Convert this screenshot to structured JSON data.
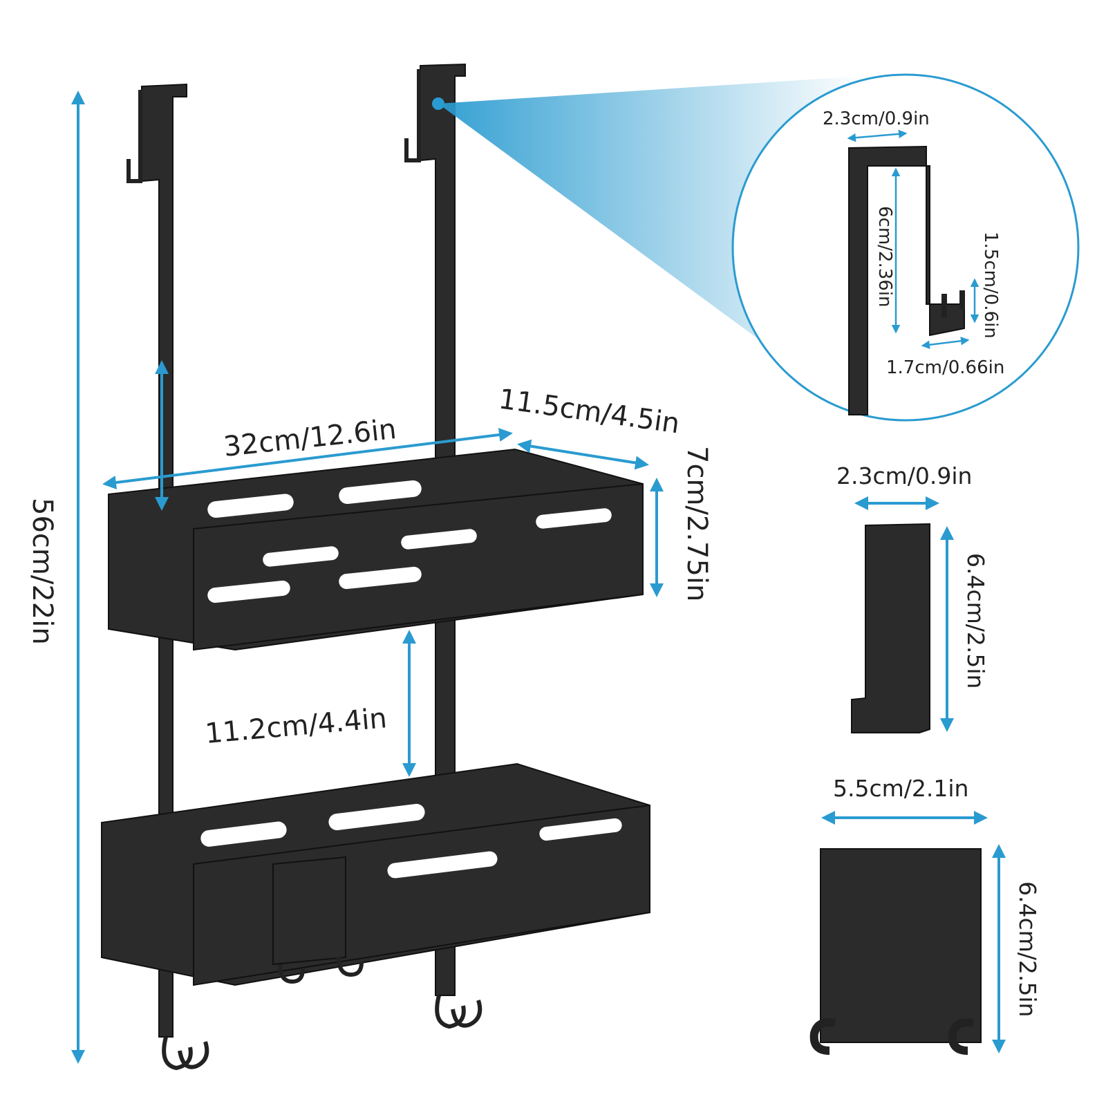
{
  "accent_color": "#2a9bd0",
  "metal_color": "#2b2b2b",
  "dimensions": {
    "total_height": "56cm/22in",
    "basket_length": "32cm/12.6in",
    "basket_depth": "11.5cm/4.5in",
    "basket_height": "7cm/2.75in",
    "basket_spacing": "11.2cm/4.4in"
  },
  "detail_circle": {
    "top_width": "2.3cm/0.9in",
    "hook_height": "6cm/2.36in",
    "lip_height": "1.5cm/0.6in",
    "lip_width": "1.7cm/0.66in"
  },
  "small_hook": {
    "width": "2.3cm/0.9in",
    "height": "6.4cm/2.5in"
  },
  "double_hook": {
    "width": "5.5cm/2.1in",
    "height": "6.4cm/2.5in"
  }
}
